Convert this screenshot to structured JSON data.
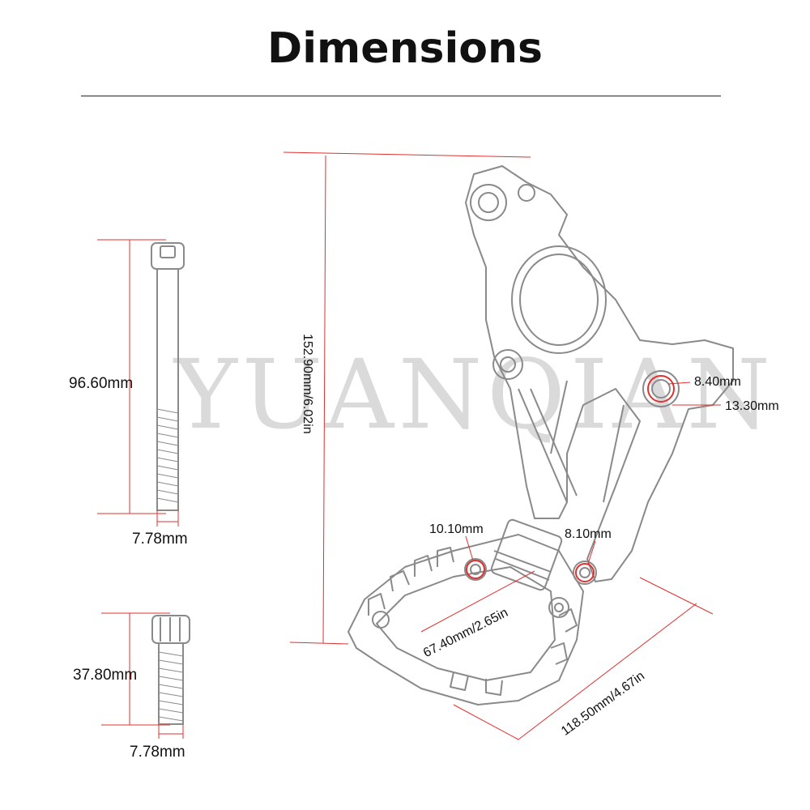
{
  "title": "Dimensions",
  "watermark": "YUANQIAN",
  "colors": {
    "dimension_line": "#e03030",
    "outline": "#8a8a8a",
    "text": "#111111"
  },
  "labels": {
    "long_bolt_length": "96.60mm",
    "long_bolt_diameter": "7.78mm",
    "short_bolt_length": "37.80mm",
    "short_bolt_diameter": "7.78mm",
    "total_height": "152.90mm/6.02in",
    "upper_hole_inner": "8.40mm",
    "upper_hole_outer": "13.30mm",
    "peg_hole_left": "10.10mm",
    "peg_hole_right": "8.10mm",
    "peg_width": "67.40mm/2.65in",
    "peg_length": "118.50mm/4.67in"
  }
}
